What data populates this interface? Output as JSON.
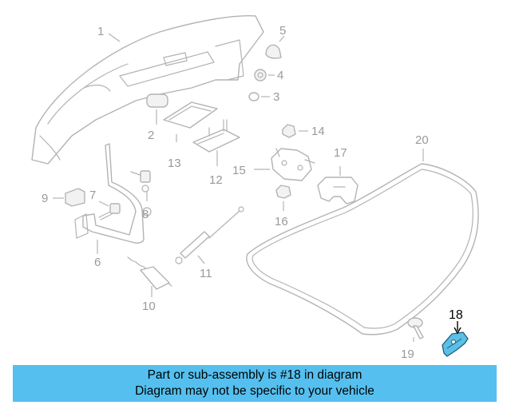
{
  "callouts": {
    "c1": "1",
    "c2": "2",
    "c3": "3",
    "c4": "4",
    "c5": "5",
    "c6": "6",
    "c7": "7",
    "c8": "8",
    "c9": "9",
    "c10": "10",
    "c11": "11",
    "c12": "12",
    "c13": "13",
    "c14": "14",
    "c15": "15",
    "c16": "16",
    "c17": "17",
    "c18": "18",
    "c19": "19",
    "c20": "20"
  },
  "highlighted_part": "18",
  "colors": {
    "highlight_fill": "#5bbfe6",
    "banner_bg": "#55c0ef",
    "line_gray": "#b3b3b3"
  },
  "banner": {
    "line1": "Part or sub-assembly is #18 in diagram",
    "line2": "Diagram may not be specific to your vehicle"
  }
}
